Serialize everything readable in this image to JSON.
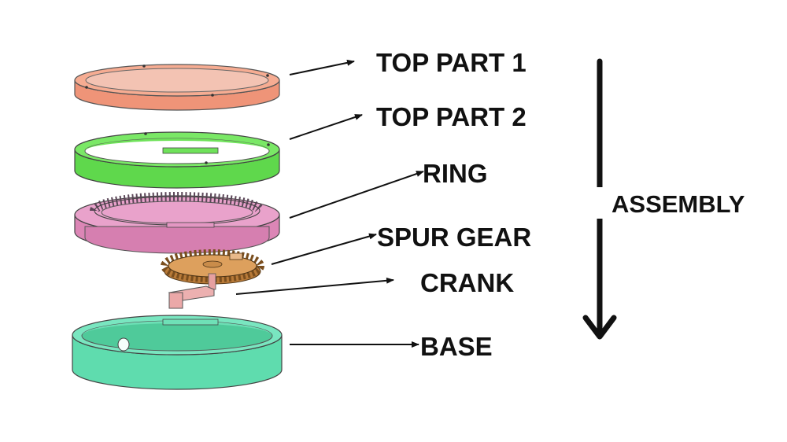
{
  "labels": {
    "top_part_1": "TOP PART 1",
    "top_part_2": "TOP PART 2",
    "ring": "RING",
    "spur_gear": "SPUR GEAR",
    "crank": "CRANK",
    "base": "BASE"
  },
  "assembly": {
    "label": "ASSEMBLY"
  },
  "colors": {
    "top_part_1": "#f4a58a",
    "top_part_2": "#6ee35a",
    "ring": "#e79bc6",
    "spur_gear": "#d99a55",
    "crank": "#eba8a8",
    "base": "#6ee0b4",
    "text": "#111111"
  }
}
